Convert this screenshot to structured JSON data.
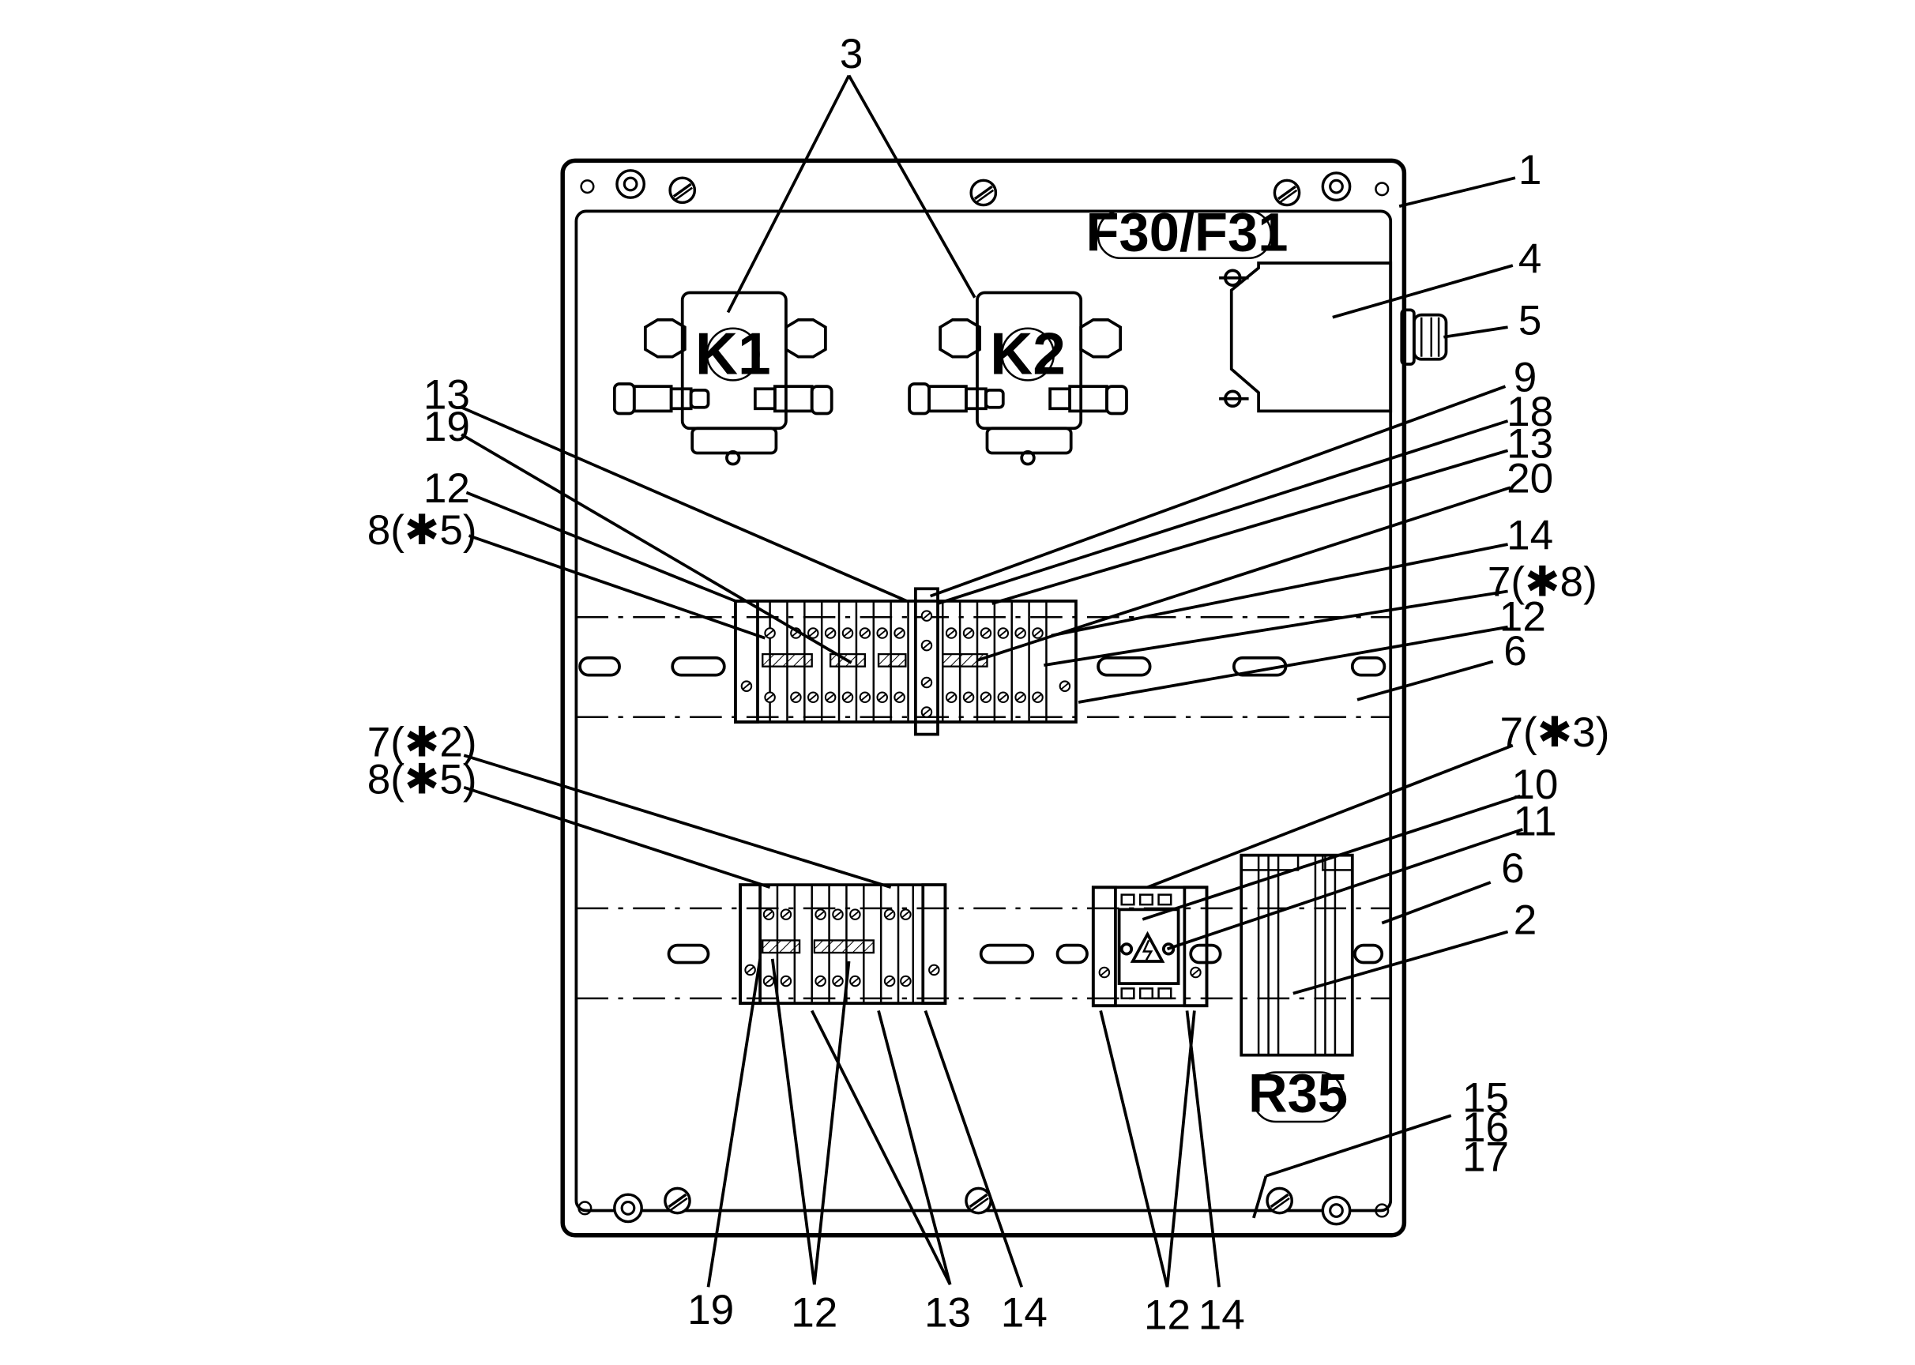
{
  "labels": {
    "fuse_label": "F30/F31",
    "relay_k1": "K1",
    "relay_k2": "K2",
    "resistor_label": "R35"
  },
  "callouts": {
    "c3": "3",
    "c1": "1",
    "c4": "4",
    "c5": "5",
    "c9": "9",
    "c18": "18",
    "c13_right": "13",
    "c20": "20",
    "c14_right": "14",
    "c7_8": "7(✱8)",
    "c12_right": "12",
    "c6_upper": "6",
    "c13_left": "13",
    "c19_left": "19",
    "c12_left": "12",
    "c8_5_upper": "8(✱5)",
    "c7_2": "7(✱2)",
    "c8_5_lower": "8(✱5)",
    "c7_3": "7(✱3)",
    "c10": "10",
    "c11": "11",
    "c6_lower": "6",
    "c2": "2",
    "c15": "15",
    "c16": "16",
    "c17": "17",
    "b19": "19",
    "b12_a": "12",
    "b13": "13",
    "b14_a": "14",
    "b12_b": "12",
    "b14_b": "14"
  }
}
